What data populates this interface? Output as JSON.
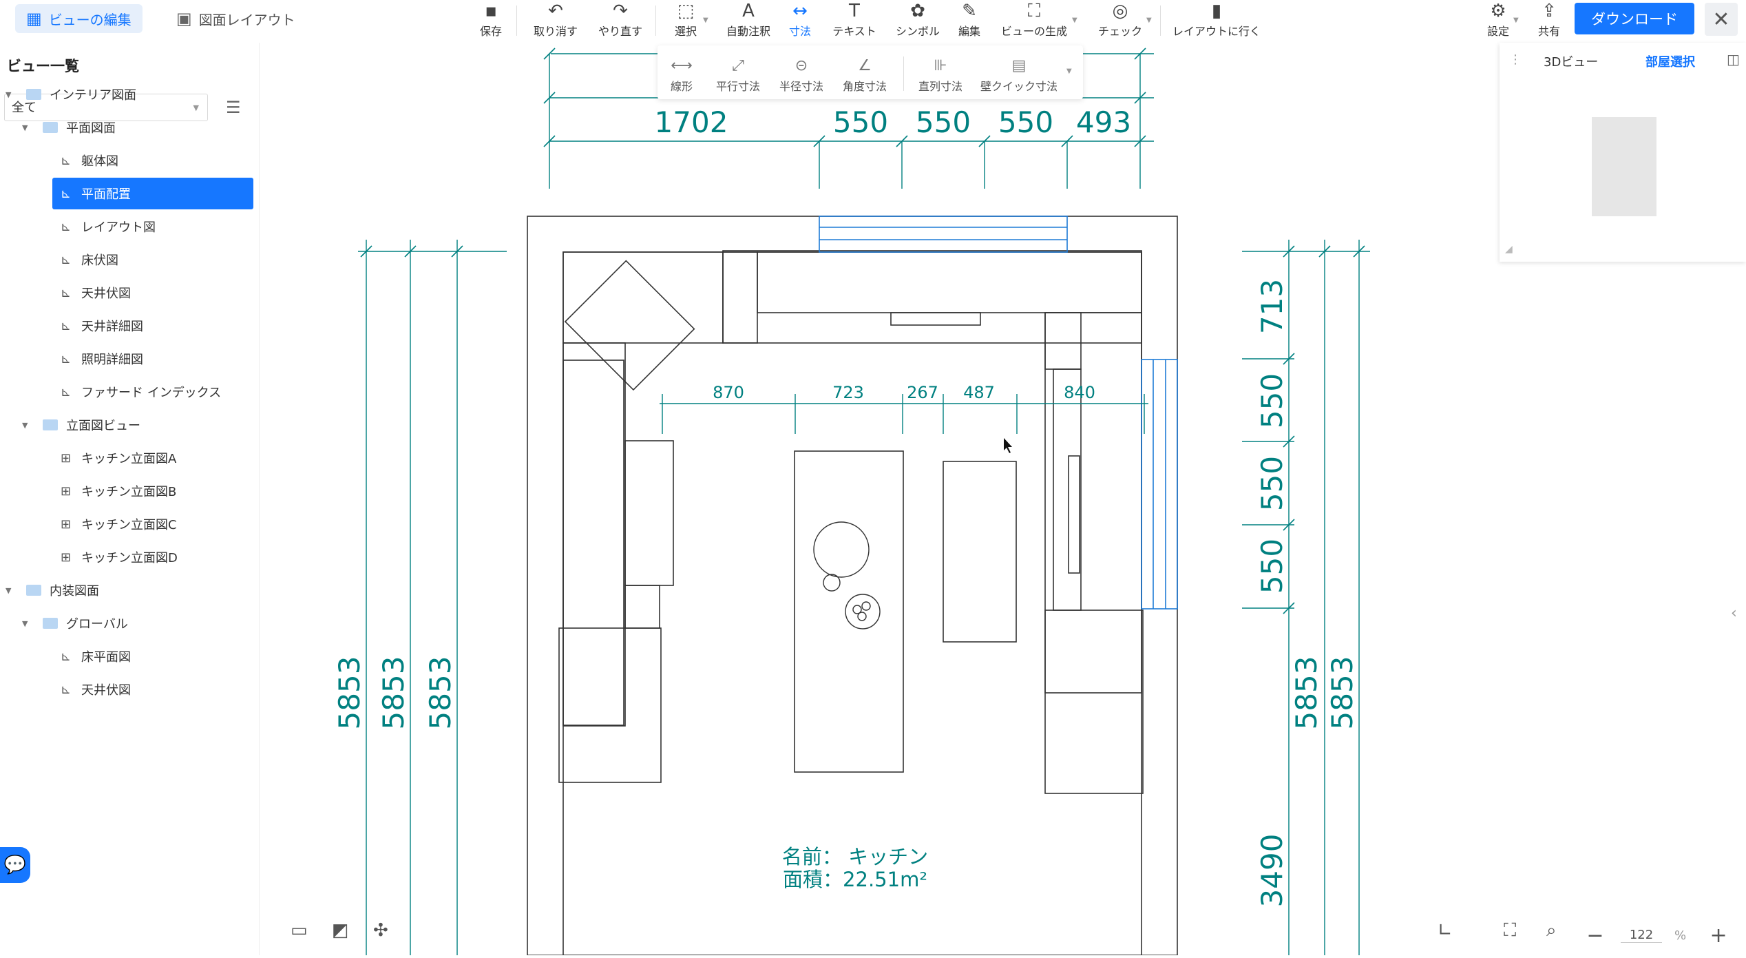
{
  "header": {
    "tabs": [
      {
        "label": "ビューの編集",
        "active": true
      },
      {
        "label": "図面レイアウト",
        "active": false
      }
    ],
    "toolbar": [
      {
        "label": "保存",
        "icon": "save-icon"
      },
      {
        "label": "取り消す",
        "icon": "undo-icon"
      },
      {
        "label": "やり直す",
        "icon": "redo-icon"
      },
      {
        "label": "選択",
        "icon": "select-icon"
      },
      {
        "label": "自動注釈",
        "icon": "auto-annotate-icon"
      },
      {
        "label": "寸法",
        "icon": "dimension-icon",
        "active": true
      },
      {
        "label": "テキスト",
        "icon": "text-icon"
      },
      {
        "label": "シンボル",
        "icon": "symbol-icon"
      },
      {
        "label": "編集",
        "icon": "edit-icon"
      },
      {
        "label": "ビューの生成",
        "icon": "generate-view-icon"
      },
      {
        "label": "チェック",
        "icon": "check-icon"
      },
      {
        "label": "レイアウトに行く",
        "icon": "layout-icon"
      }
    ],
    "right": {
      "settings_label": "設定",
      "share_label": "共有",
      "download_label": "ダウンロード"
    }
  },
  "dimension_toolbar": [
    {
      "label": "線形",
      "icon": "linear-dim-icon"
    },
    {
      "label": "平行寸法",
      "icon": "aligned-dim-icon"
    },
    {
      "label": "半径寸法",
      "icon": "radius-dim-icon"
    },
    {
      "label": "角度寸法",
      "icon": "angle-dim-icon"
    },
    {
      "label": "直列寸法",
      "icon": "continuous-dim-icon"
    },
    {
      "label": "壁クイック寸法",
      "icon": "wall-quick-dim-icon"
    }
  ],
  "sidebar": {
    "title": "ビュー一覧",
    "filter_value": "全て",
    "tree": [
      {
        "label": "インテリア図面",
        "level": 0,
        "type": "folder"
      },
      {
        "label": "平面図面",
        "level": 1,
        "type": "folder"
      },
      {
        "label": "躯体図",
        "level": 2,
        "type": "plan"
      },
      {
        "label": "平面配置",
        "level": 2,
        "type": "plan",
        "selected": true
      },
      {
        "label": "レイアウト図",
        "level": 2,
        "type": "plan"
      },
      {
        "label": "床伏図",
        "level": 2,
        "type": "plan"
      },
      {
        "label": "天井伏図",
        "level": 2,
        "type": "plan"
      },
      {
        "label": "天井詳細図",
        "level": 2,
        "type": "plan"
      },
      {
        "label": "照明詳細図",
        "level": 2,
        "type": "plan"
      },
      {
        "label": "ファサード インデックス",
        "level": 2,
        "type": "plan"
      },
      {
        "label": "立面図ビュー",
        "level": 1,
        "type": "folder"
      },
      {
        "label": "キッチン立面図A",
        "level": 2,
        "type": "elevation"
      },
      {
        "label": "キッチン立面図B",
        "level": 2,
        "type": "elevation"
      },
      {
        "label": "キッチン立面図C",
        "level": 2,
        "type": "elevation"
      },
      {
        "label": "キッチン立面図D",
        "level": 2,
        "type": "elevation"
      },
      {
        "label": "内装図面",
        "level": 0,
        "type": "folder"
      },
      {
        "label": "グローバル",
        "level": 1,
        "type": "folder"
      },
      {
        "label": "床平面図",
        "level": 2,
        "type": "plan"
      },
      {
        "label": "天井伏図",
        "level": 2,
        "type": "plan"
      }
    ]
  },
  "right_panel": {
    "tab_3d": "3Dビュー",
    "tab_room": "部屋選択"
  },
  "drawing": {
    "top_dims": [
      "1702",
      "550",
      "550",
      "550",
      "493"
    ],
    "inner_dims": [
      "870",
      "723",
      "267",
      "487",
      "840"
    ],
    "right_dims": [
      "713",
      "550",
      "550",
      "550"
    ],
    "left_dims": [
      "5853",
      "5853",
      "5853"
    ],
    "right_long_dims": [
      "5853",
      "5853"
    ],
    "bottom_right_dim": "3490",
    "room_name": "名前： キッチン",
    "room_area": "面積：22.51m²",
    "dim_color": "#008080"
  },
  "zoom": {
    "value": "122",
    "unit": "%"
  },
  "colors": {
    "accent": "#1677ff",
    "dimension": "#008080",
    "window": "#1e7bd6"
  }
}
